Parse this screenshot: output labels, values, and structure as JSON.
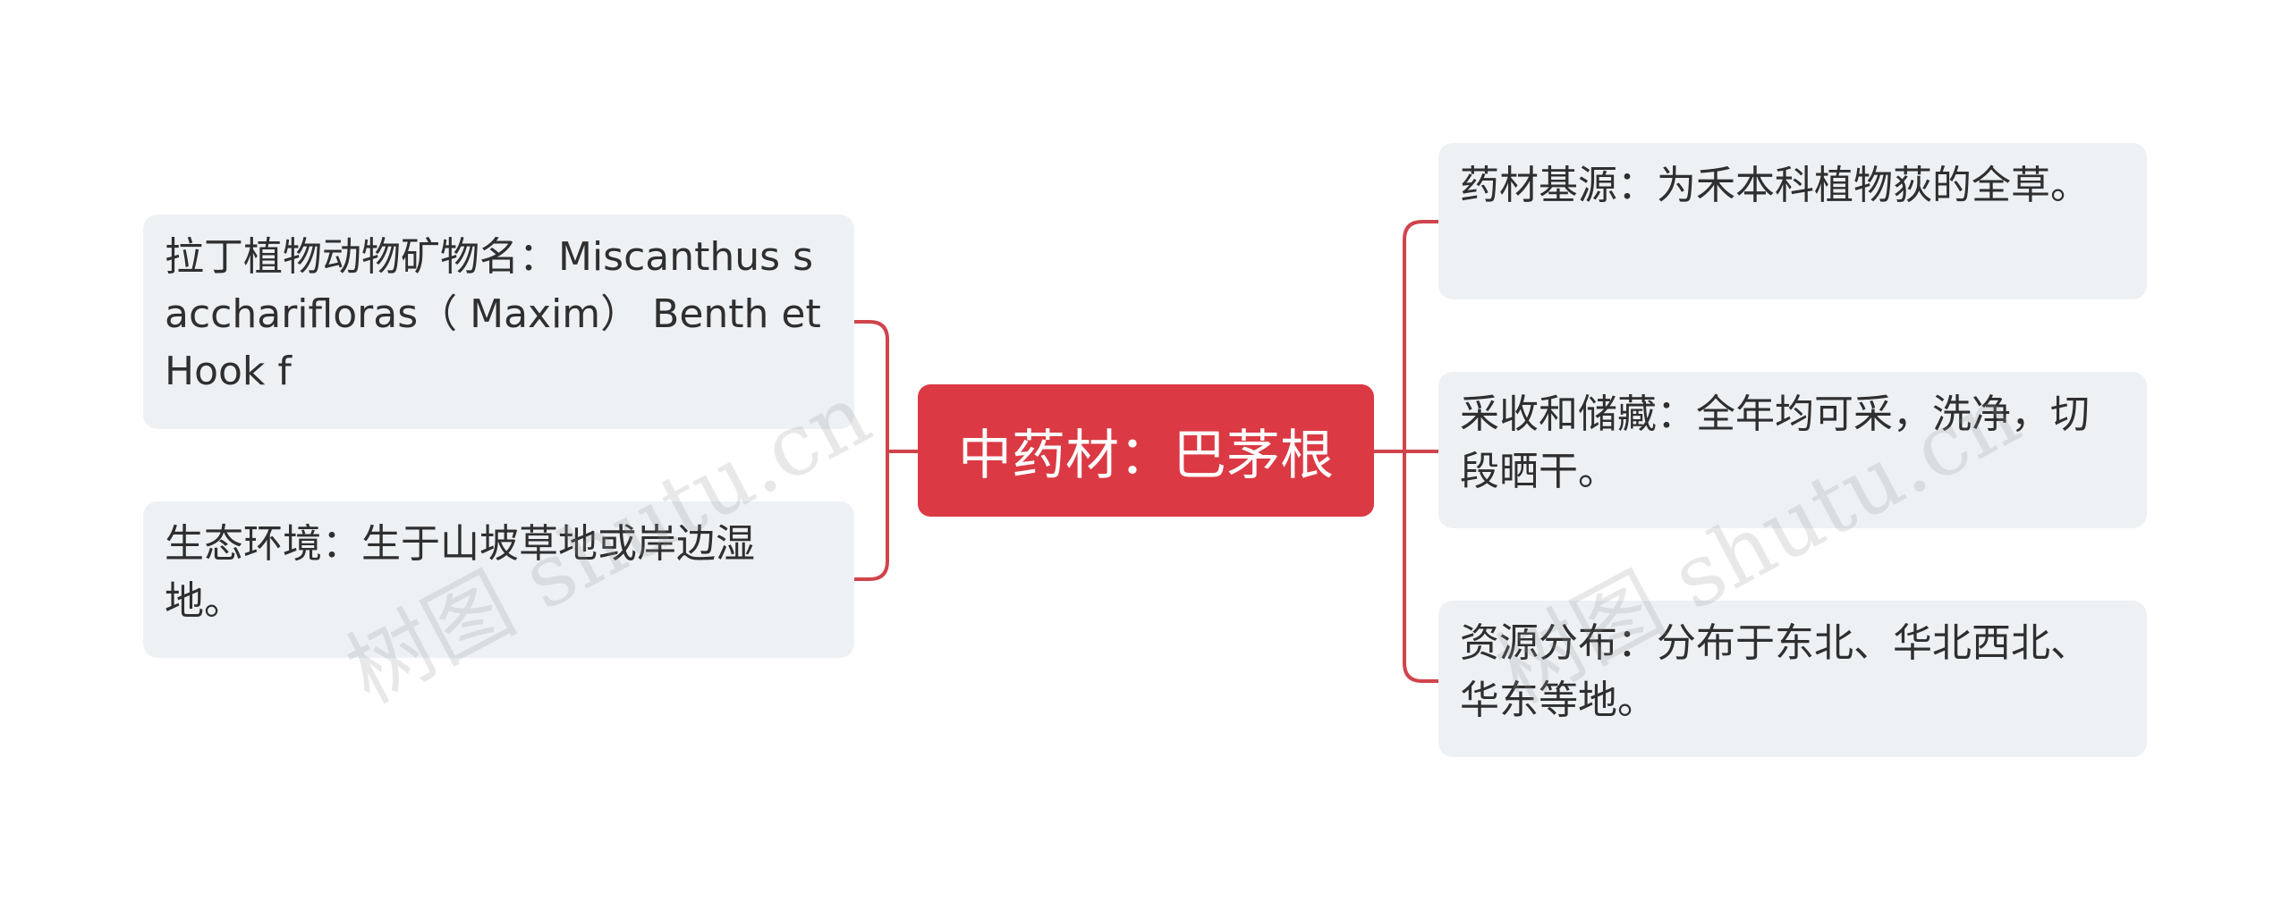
{
  "colors": {
    "central_fill": "#db3a44",
    "central_text": "#ffffff",
    "topic_fill": "#eef1f4",
    "topic_text": "#2f2f2f",
    "connector": "#d0444c"
  },
  "central": {
    "label": "中药材：巴茅根"
  },
  "left_topics": [
    {
      "text": "拉丁植物动物矿物名：Miscanthus saccharifloras（ Maxim） Benth et Hook f"
    },
    {
      "text": "生态环境：生于山坡草地或岸边湿地。"
    }
  ],
  "right_topics": [
    {
      "text": "药材基源：为禾本科植物荻的全草。"
    },
    {
      "text": "采收和储藏：全年均可采，洗净，切段晒干。"
    },
    {
      "text": "资源分布：分布于东北、华北西北、华东等地。"
    }
  ],
  "watermark": {
    "text": "树图 shutu.cn"
  }
}
